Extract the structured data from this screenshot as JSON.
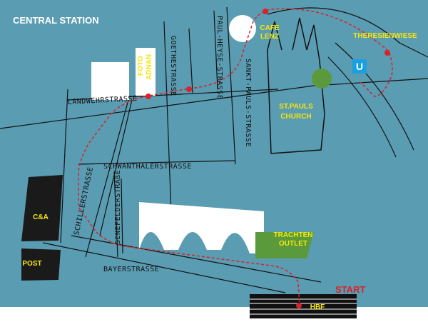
{
  "title": "CENTRAL STATION",
  "colors": {
    "water": "#5a9cb2",
    "road": "#111111",
    "route": "#d8232a",
    "label_yellow": "#f5e60f",
    "park_green": "#5a9a3c",
    "ubahn_blue": "#1aa0e0"
  },
  "streets": {
    "landwehrstrasse": "LANDWEHRSTRASSE",
    "goethestrasse": "GOETHESTRASSE",
    "paul_heyse": "PAUL-HEYSE-STRASSE",
    "sankt_pauls": "SANKT-PAULS-STRASSE",
    "schwanthalerstrasse": "SCHWANTHALERSTRASSE",
    "schillerstrasse": "SCHILLERSTRASSE",
    "senefelderstrasse": "SENEFELDERSTRAßE",
    "bayerstrasse": "BAYERSTRASSE"
  },
  "places": {
    "foto_adnan_line1": "FOTO",
    "foto_adnan_line2": "ADNAN",
    "cafe_lenz_line1": "CAFE",
    "cafe_lenz_line2": "LENZ",
    "church_line1": "ST.PAULS",
    "church_line2": "CHURCH",
    "theresienwiese": "THERESIENWIESE",
    "ubahn": "U",
    "ca": "C&A",
    "post": "POST",
    "trachten_line1": "TRACHTEN",
    "trachten_line2": "OUTLET",
    "hbf": "HBF",
    "start": "START"
  }
}
